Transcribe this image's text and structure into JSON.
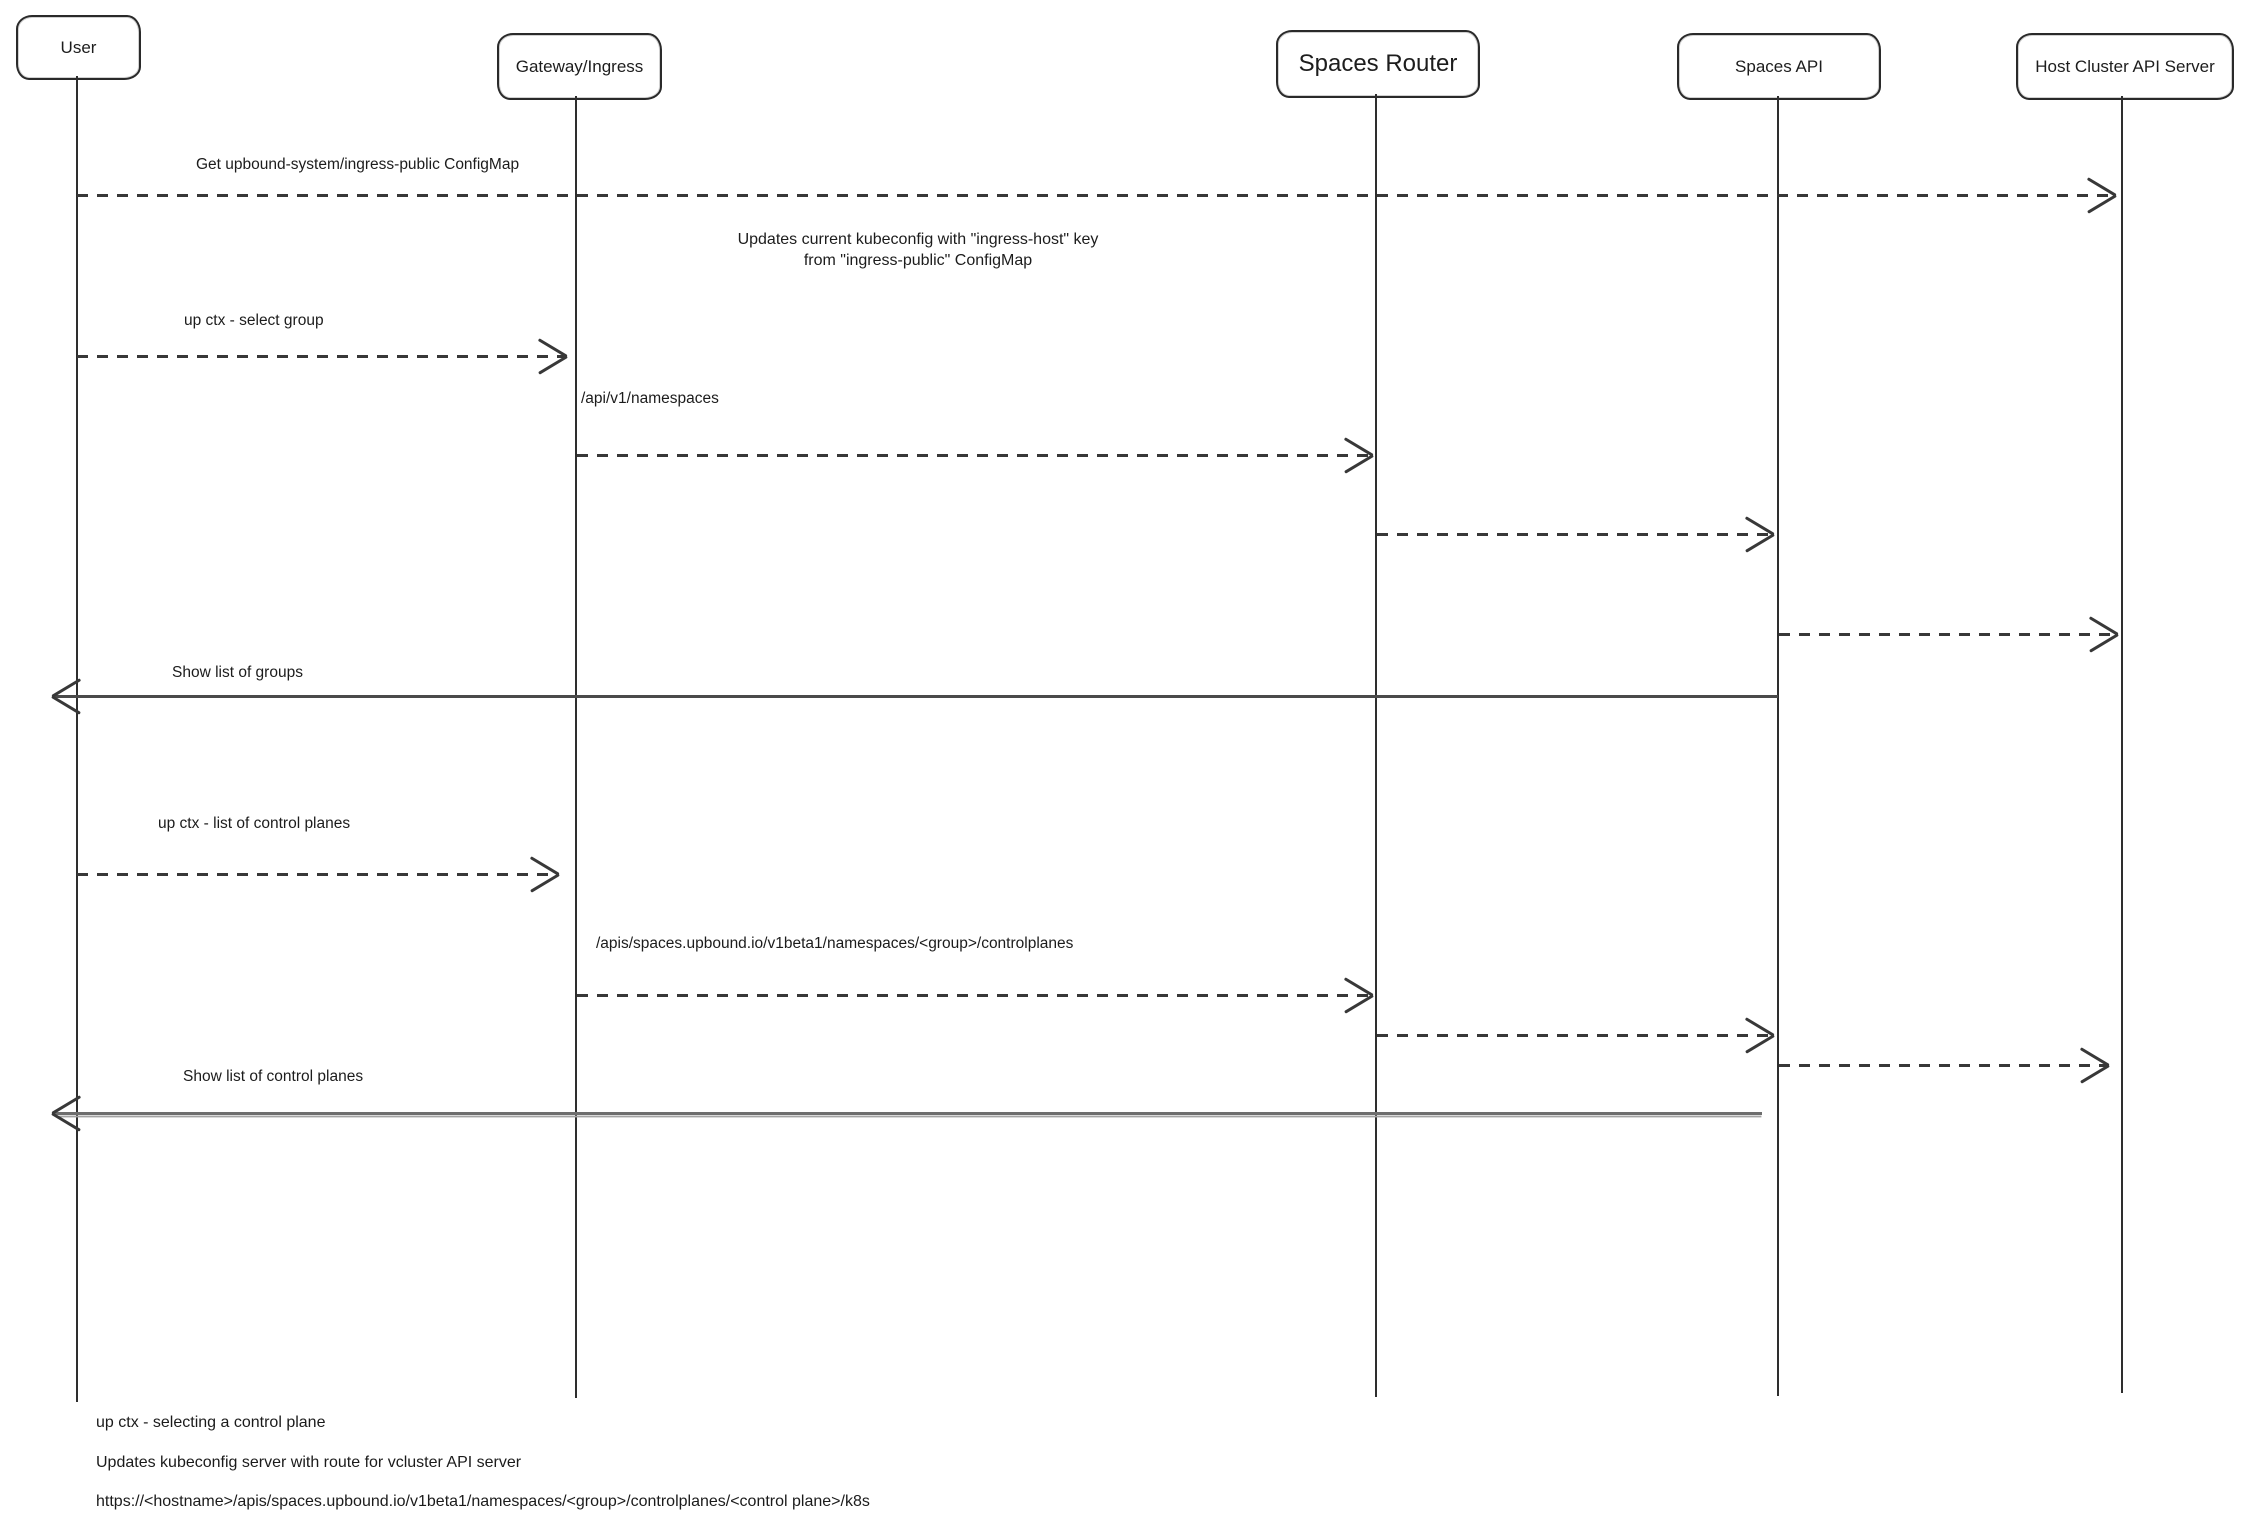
{
  "actors": [
    {
      "label": "User"
    },
    {
      "label": "Gateway/Ingress"
    },
    {
      "label": "Spaces Router"
    },
    {
      "label": "Spaces API"
    },
    {
      "label": "Host Cluster API Server"
    }
  ],
  "messages": {
    "get_configmap": "Get upbound-system/ingress-public ConfigMap",
    "select_group": "up ctx - select group",
    "api_namespaces": "/api/v1/namespaces",
    "show_groups": "Show list of groups",
    "list_control_planes": "up ctx - list of control planes",
    "apis_controlplanes": "/apis/spaces.upbound.io/v1beta1/namespaces/<group>/controlplanes",
    "show_control_planes": "Show list of control planes"
  },
  "note": {
    "line1": "Updates current kubeconfig with \"ingress-host\" key",
    "line2": "from \"ingress-public\" ConfigMap"
  },
  "footer": {
    "line1": "up ctx - selecting a control plane",
    "line2": "Updates kubeconfig server with route for vcluster API server",
    "line3": "https://<hostname>/apis/spaces.upbound.io/v1beta1/namespaces/<group>/controlplanes/<control plane>/k8s"
  }
}
